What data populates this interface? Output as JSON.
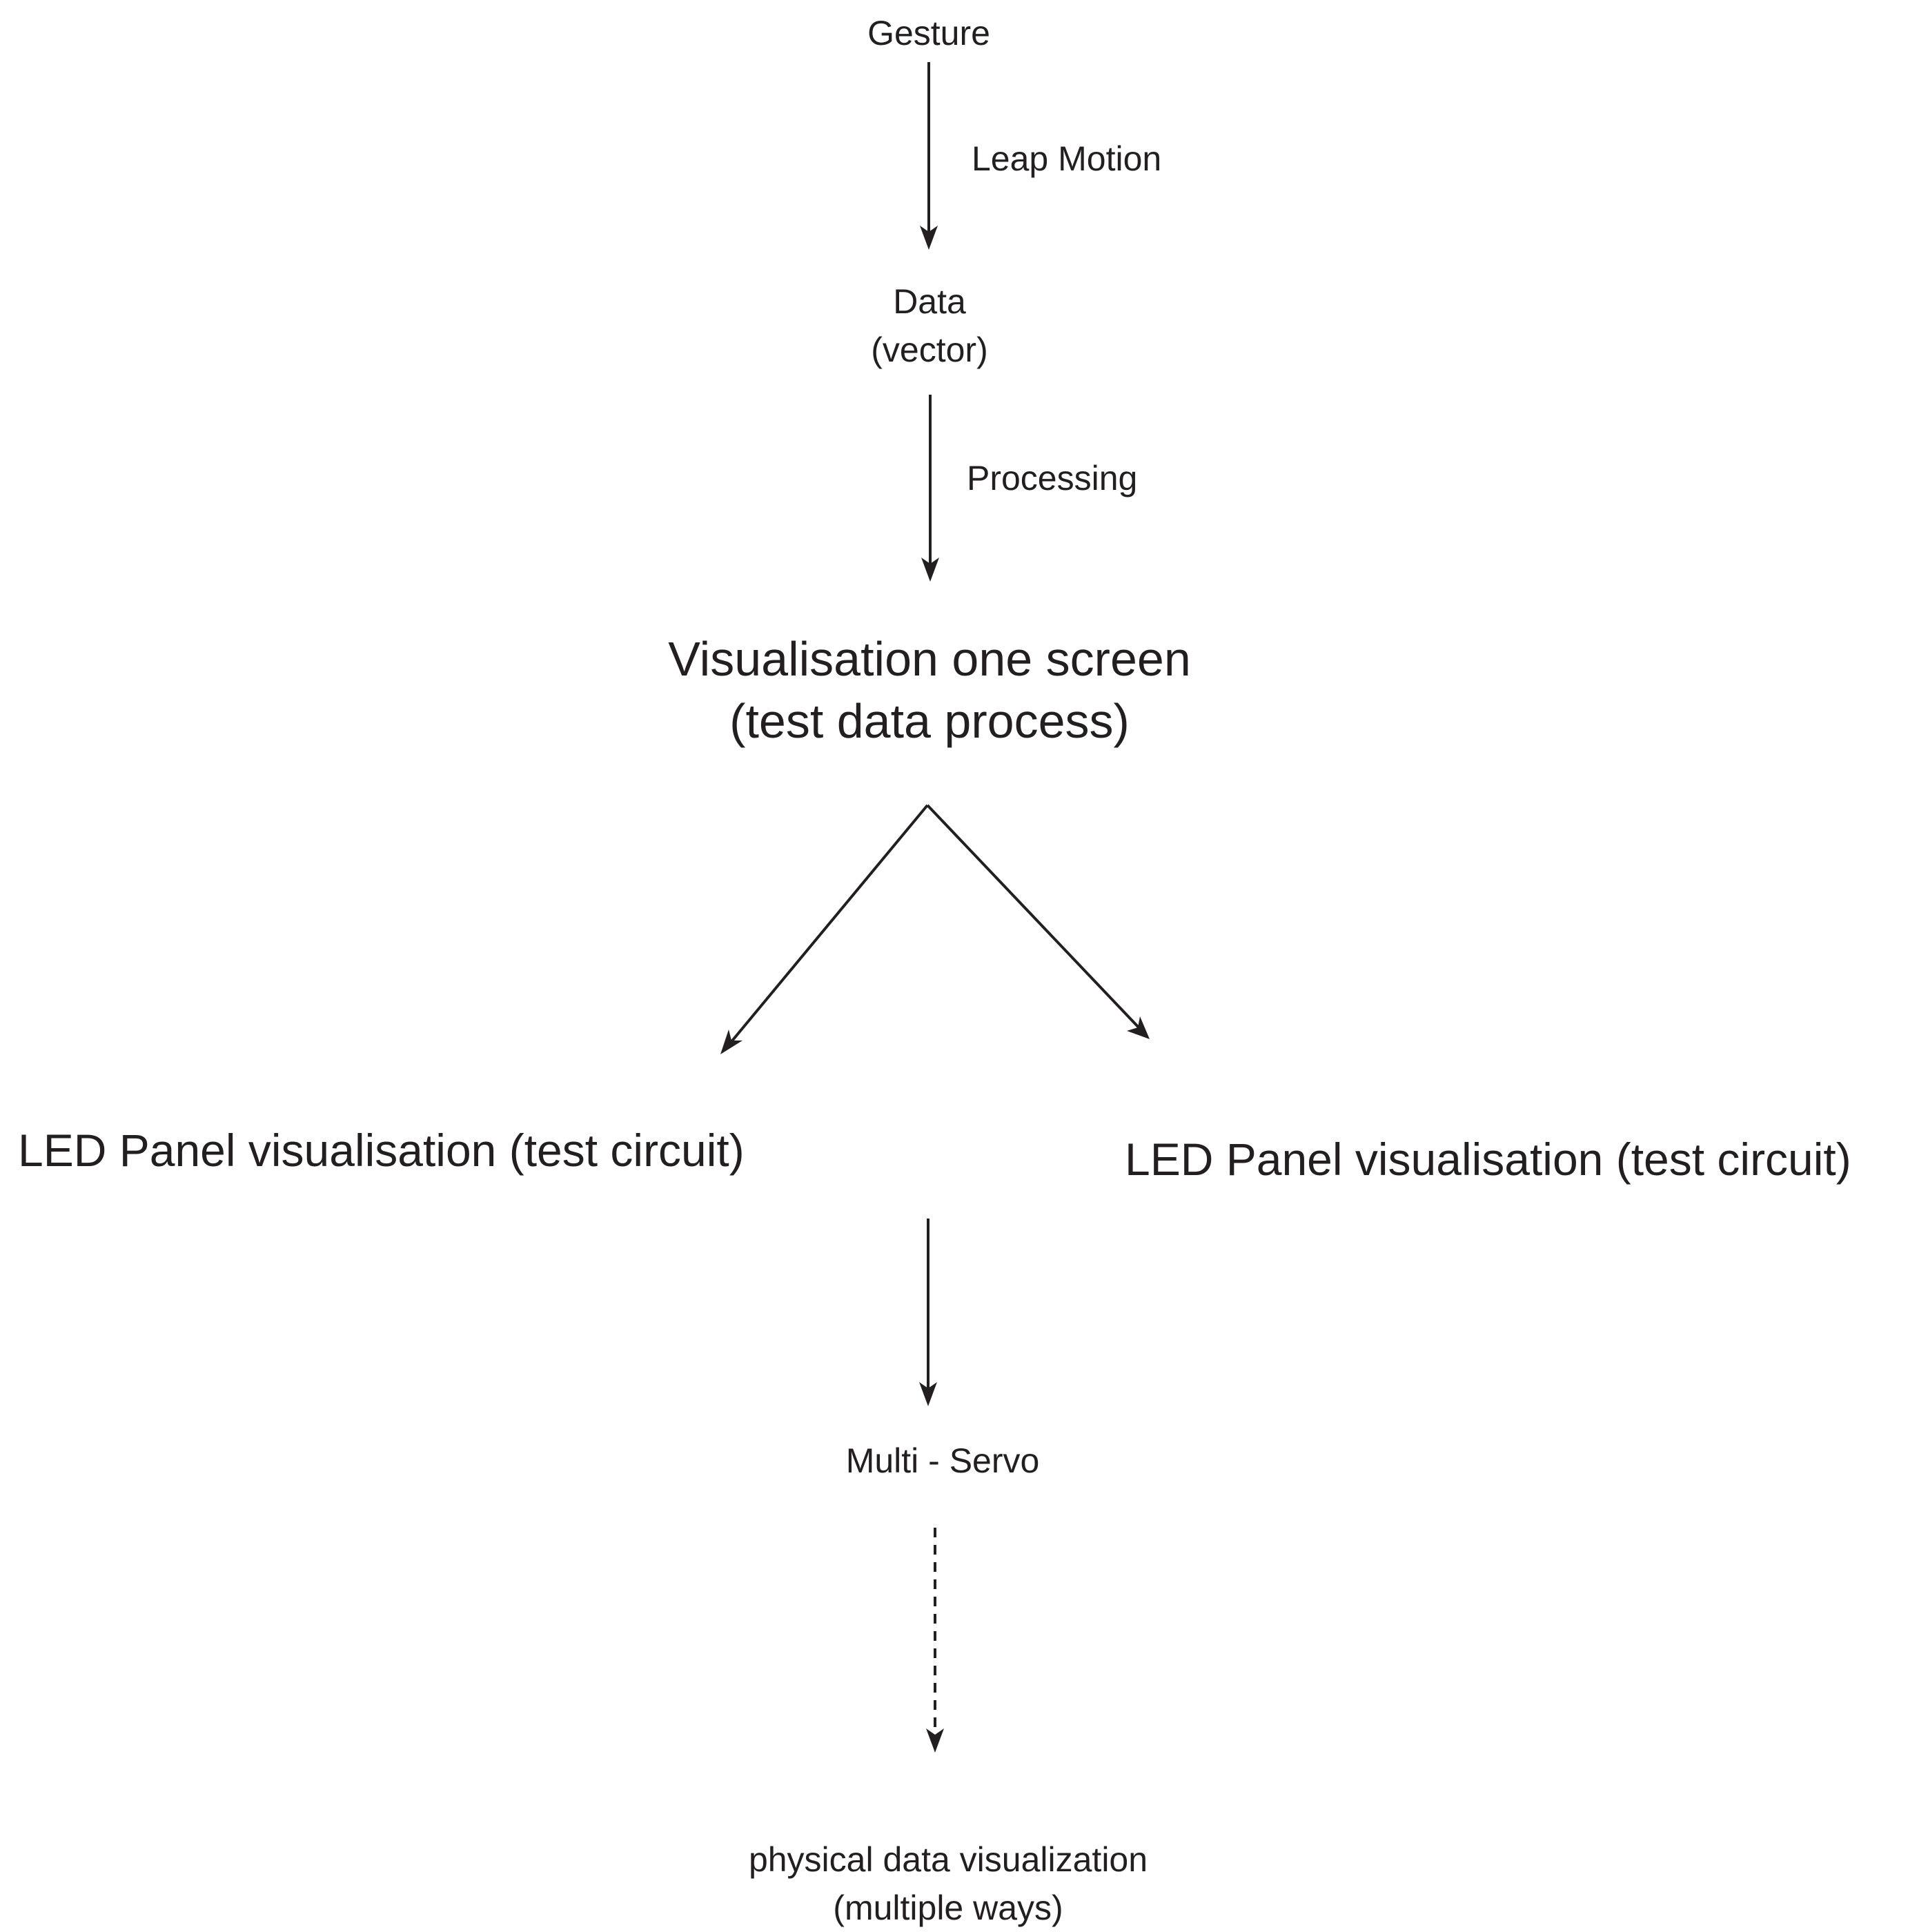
{
  "nodes": {
    "gesture": "Gesture",
    "data_line1": "Data",
    "data_line2": "(vector)",
    "vis_line1": "Visualisation one screen",
    "vis_line2": "(test data process)",
    "led_left": "LED Panel visualisation (test circuit)",
    "led_right": "LED Panel visualisation (test circuit)",
    "multi_servo": "Multi - Servo",
    "physical_line1": "physical data visualization",
    "physical_line2": "(multiple ways)"
  },
  "edges": {
    "gesture_to_data": "Leap Motion",
    "data_to_vis": "Processing"
  },
  "colors": {
    "ink": "#231f20",
    "background": "#ffffff"
  }
}
